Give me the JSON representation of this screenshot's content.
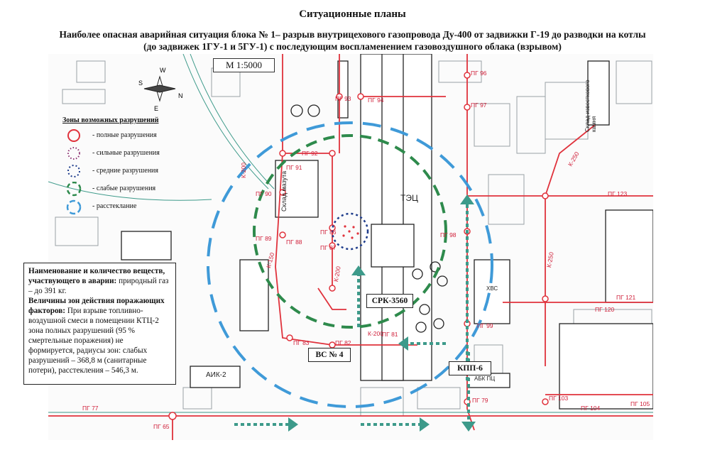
{
  "title": "Ситуационные планы",
  "subtitle_line1": "Наиболее опасная аварийная ситуация блока № 1– разрыв внутрицехового газопровода Ду-400 от задвижки Г-19 до разводки на котлы",
  "subtitle_line2": "(до задвижек 1ГУ-1 и 5ГУ-1) с последующим воспламенением газовоздушного облака (взрывом)",
  "scale": "М 1:5000",
  "compass": {
    "s": "S",
    "w": "W",
    "n": "N",
    "e": "E"
  },
  "legend": {
    "title": "Зоны возможных разрушений",
    "items": [
      {
        "label": "- полные разрушения",
        "color": "#e0323c"
      },
      {
        "label": "- сильные разрушения",
        "color": "#8a2c6e"
      },
      {
        "label": "- средние разрушения",
        "color": "#1f3d8c"
      },
      {
        "label": "- слабые разрушения",
        "color": "#2e8a4c"
      },
      {
        "label": "- расстеклание",
        "color": "#3f9ad8"
      }
    ]
  },
  "info": {
    "h1": "Наименование и количество веществ, участвующего в аварии:",
    "t1": " природный газ – до 391 кг.",
    "h2": "Величины зон действия поражающих факторов:",
    "t2": " При взрыве топливно-воздушной смеси в помещении КТЦ-2 зона полных разрушений (95 % смертельные поражения) не формируется, радиусы зон: слабых разрушений – 368,8 м (санитарные потери), расстекления – 546,3 м."
  },
  "tags": {
    "srk": "СРК-3560",
    "vs": "ВС № 4",
    "kpp": "КПП-6"
  },
  "map_labels": {
    "tec": "ТЭЦ",
    "mazut": "Склад мазута",
    "sklad_izv": "Склад известкового камня",
    "aik": "АИК-2",
    "hvs": "ХВС",
    "abk": "АБК ПЦ",
    "pg": [
      "ПГ 96",
      "ПГ 97",
      "ПГ 93",
      "ПГ 94",
      "ПГ 92",
      "ПГ 91",
      "ПГ 90",
      "ПГ 89",
      "ПГ 88",
      "ПГ 87",
      "ПГ 86",
      "ПГ 83",
      "ПГ 82",
      "ПГ 81",
      "ПГ 98",
      "ПГ 99",
      "ПГ 123",
      "ПГ 121",
      "ПГ 120",
      "ПГ 103",
      "ПГ 104",
      "ПГ 105",
      "ПГ 79",
      "ПГ 77",
      "ПГ 65"
    ],
    "k": [
      "К-200",
      "К-150",
      "К-200",
      "К-200",
      "К-250",
      "К-250"
    ]
  },
  "colors": {
    "red": "#e0323c",
    "green": "#2e8a4c",
    "blue": "#3f9ad8",
    "navy": "#1f3d8c",
    "teal": "#3d9a8a"
  }
}
